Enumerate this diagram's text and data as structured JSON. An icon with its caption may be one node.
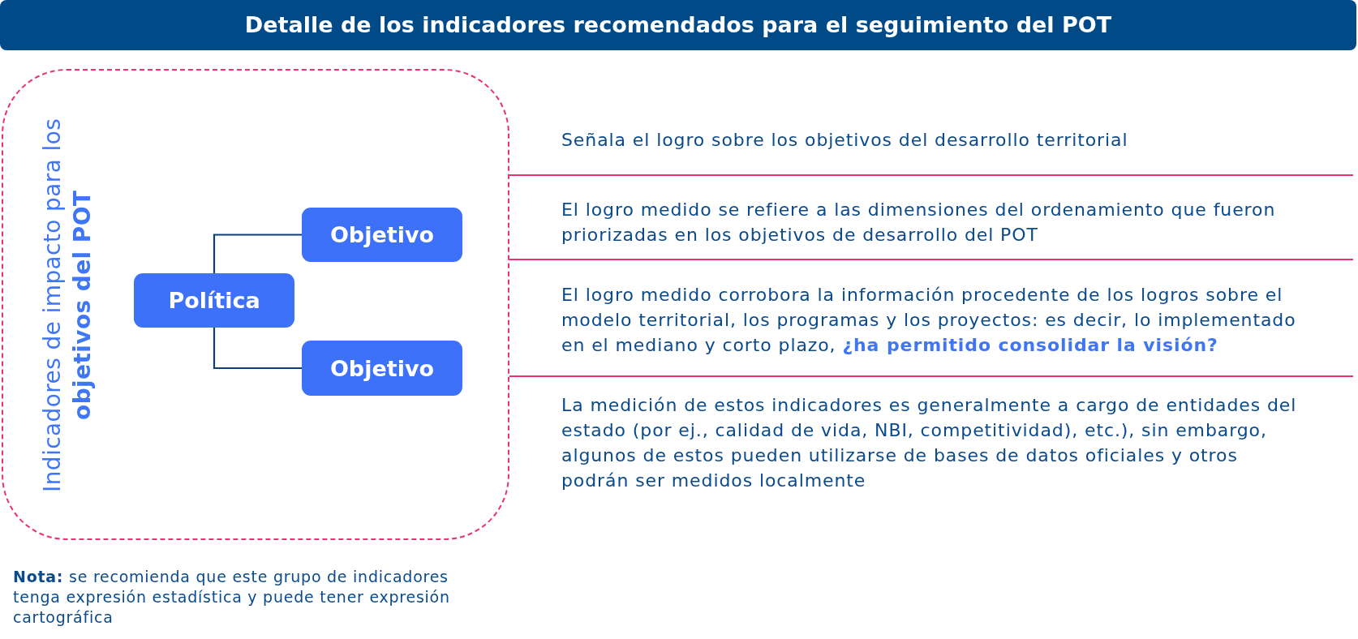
{
  "diagram": {
    "title": "Detalle de los indicadores recomendados para el seguimiento del POT",
    "nodes": [
      {
        "text": [
          "Indicadores de impacto para los **objetivos del POT**"
        ]
      },
      {
        "text": [
          "Política"
        ],
        "in": 0
      },
      {
        "text": [
          "Objetivo"
        ],
        "in": 0
      },
      {
        "text": [
          "Objetivo"
        ],
        "in": 0
      }
    ],
    "edges": [
      {
        "from": 1,
        "to": 2,
        "arrow": "none"
      },
      {
        "from": 1,
        "to": 3,
        "arrow": "none"
      }
    ],
    "labels": [
      "Señala el logro sobre los objetivos del desarrollo territorial",
      "El logro medido se refiere a las dimensiones del ordenamiento que fueron priorizadas en los objetivos de desarrollo del POT",
      "El logro medido corrobora la información procedente de los logros sobre el modelo territorial, los programas y los proyectos: es decir, lo implementado en el mediano y corto plazo, **¿ha permitido consolidar la visión?**",
      "La medición de estos indicadores es generalmente a cargo de entidades del estado (por ej., calidad de vida, NBI, competitividad), etc.), sin embargo, algunos de estos pueden utilizarse de bases de datos oficiales y otros podrán ser medidos localmente",
      "**Nota:** se recomienda que este grupo de indicadores tenga expresión estadística y puede tener expresión cartográfica"
    ]
  }
}
